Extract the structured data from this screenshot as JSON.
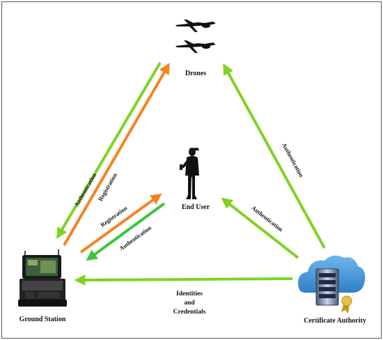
{
  "nodes": {
    "drones": "Drones",
    "end_user": "End User",
    "ground_station": "Ground Station",
    "certificate_authority": "Certificate Authority"
  },
  "edges": {
    "gs_drones_auth": "Authentication",
    "gs_drones_reg": "Registration",
    "gs_user_reg": "Registration",
    "user_gs_auth": "Authentication",
    "ca_drones_auth": "Authentication",
    "ca_user_auth": "Authentication",
    "ca_gs_line1": "Identities",
    "ca_gs_line2": "and",
    "ca_gs_line3": "Credentials"
  },
  "colors": {
    "authentication": "#7ed321",
    "registration": "#f5841f",
    "ca_to_gs": "#7ed321"
  },
  "icons": [
    "drone-icon",
    "person-icon",
    "laptop-case-icon",
    "cloud-server-icon",
    "certificate-badge-icon"
  ]
}
